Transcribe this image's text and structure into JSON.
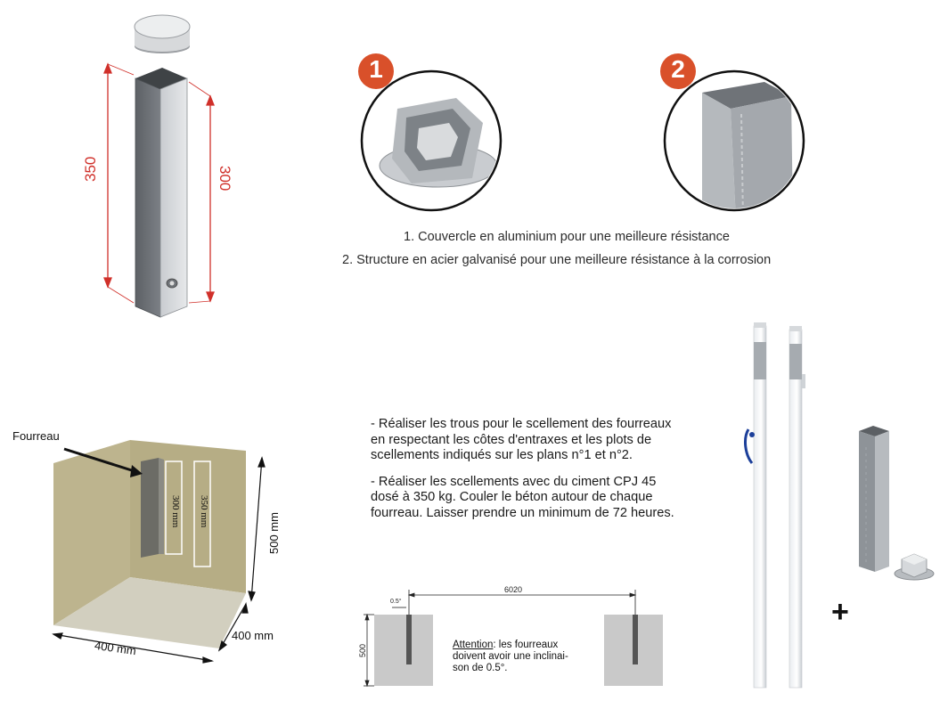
{
  "top_sleeve": {
    "dim_total": "350",
    "dim_embed": "300"
  },
  "badges": {
    "one": "1",
    "two": "2"
  },
  "captions": {
    "line1": "1. Couvercle en aluminium pour une meilleure résistance",
    "line2": "2. Structure en acier galvanisé pour une meilleure résistance à la corrosion"
  },
  "foundation": {
    "label": "Fourreau",
    "dim_300": "300 mm",
    "dim_350": "350 mm",
    "dim_depth": "500 mm",
    "dim_width": "400 mm",
    "dim_length": "400 mm"
  },
  "instructions": {
    "p1": "- Réaliser les trous pour le scellement des fourreaux en respectant les côtes d'entraxes et les plots de scellements indiqués sur les plans n°1 et n°2.",
    "p2": "- Réaliser les scellements avec du ciment CPJ 45 dosé à 350 kg. Couler le béton autour de chaque fourreau. Laisser prendre un minimum de 72 heures."
  },
  "plan": {
    "spacing": "6020",
    "angle": "0.5°",
    "depth": "500",
    "attention_title": "Attention",
    "attention_text": ": les fourreaux doivent avoir une inclinai-son de 0.5°."
  },
  "plus_sign": "+",
  "colors": {
    "dimension_red": "#d0302a",
    "badge_orange": "#d9502a",
    "wall_khaki": "#b9b08a",
    "galvanized": "#a9adb2"
  }
}
